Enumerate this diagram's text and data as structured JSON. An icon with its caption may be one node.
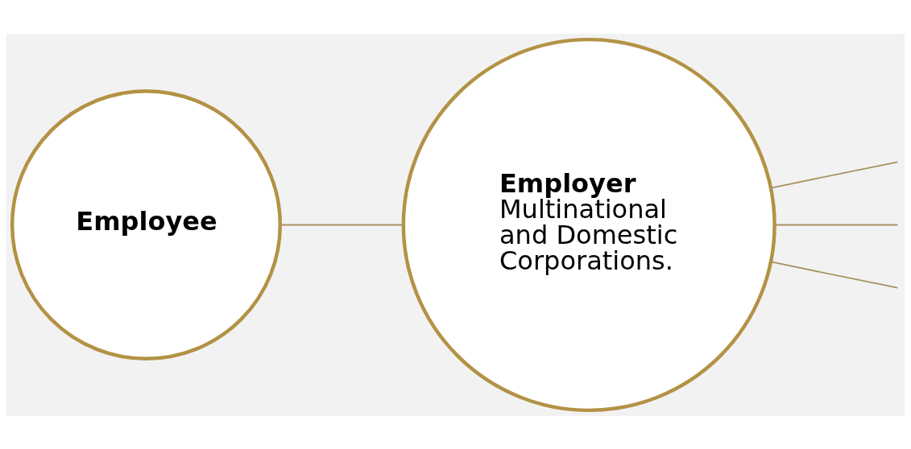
{
  "diagram": {
    "nodes": [
      {
        "text": [
          "Employee"
        ]
      },
      {
        "text": [
          "Employer",
          "Multinational and Domestic Corporations."
        ]
      }
    ],
    "edges": [
      {
        "from": 0,
        "to": 1,
        "arrow": "none"
      },
      {
        "from": 1,
        "to": null,
        "arrow": "none"
      },
      {
        "from": 1,
        "to": null,
        "arrow": "none"
      },
      {
        "from": 1,
        "to": null,
        "arrow": "none"
      }
    ]
  }
}
